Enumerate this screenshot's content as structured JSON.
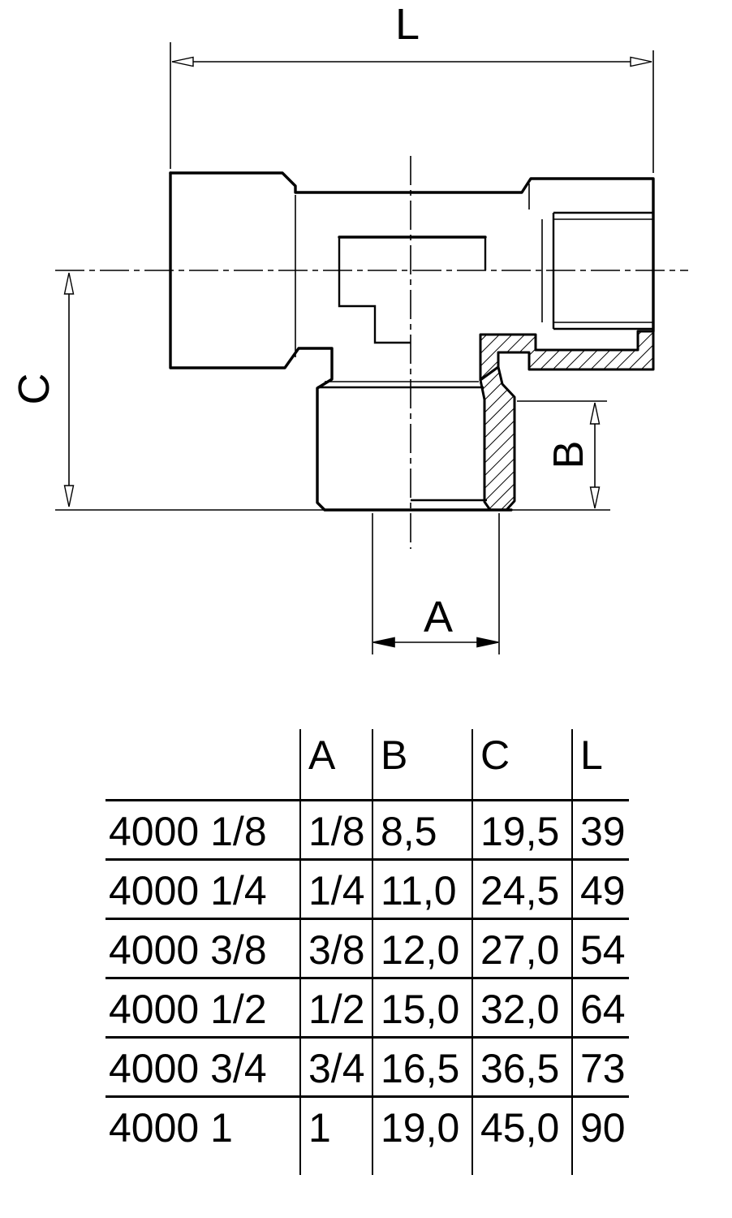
{
  "drawing": {
    "description": "sectioned technical drawing of a tee pipe fitting, two female ends and bottom male thread",
    "dim_length_label": "L",
    "dim_thread_size_label": "A",
    "dim_thread_length_label": "B",
    "dim_height_label": "C"
  },
  "table": {
    "headers": {
      "name": "",
      "A": "A",
      "B": "B",
      "C": "C",
      "L": "L"
    },
    "rows": [
      {
        "name": "4000 1/8",
        "A": "1/8",
        "B": "8,5",
        "C": "19,5",
        "L": "39"
      },
      {
        "name": "4000 1/4",
        "A": "1/4",
        "B": "11,0",
        "C": "24,5",
        "L": "49"
      },
      {
        "name": "4000 3/8",
        "A": "3/8",
        "B": "12,0",
        "C": "27,0",
        "L": "54"
      },
      {
        "name": "4000 1/2",
        "A": "1/2",
        "B": "15,0",
        "C": "32,0",
        "L": "64"
      },
      {
        "name": "4000 3/4",
        "A": "3/4",
        "B": "16,5",
        "C": "36,5",
        "L": "73"
      },
      {
        "name": "4000 1",
        "A": "1",
        "B": "19,0",
        "C": "45,0",
        "L": "90"
      }
    ]
  },
  "colors": {
    "line": "#000000",
    "background": "#ffffff"
  }
}
